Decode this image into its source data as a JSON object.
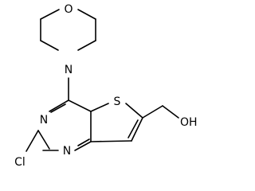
{
  "molecule": {
    "atoms": {
      "morpholine_o": "O",
      "morpholine_n": "N",
      "thiophene_s": "S",
      "pyrimidine_n3": "N",
      "pyrimidine_n1": "N",
      "chloro": "Cl",
      "hydroxyl": "OH"
    }
  }
}
